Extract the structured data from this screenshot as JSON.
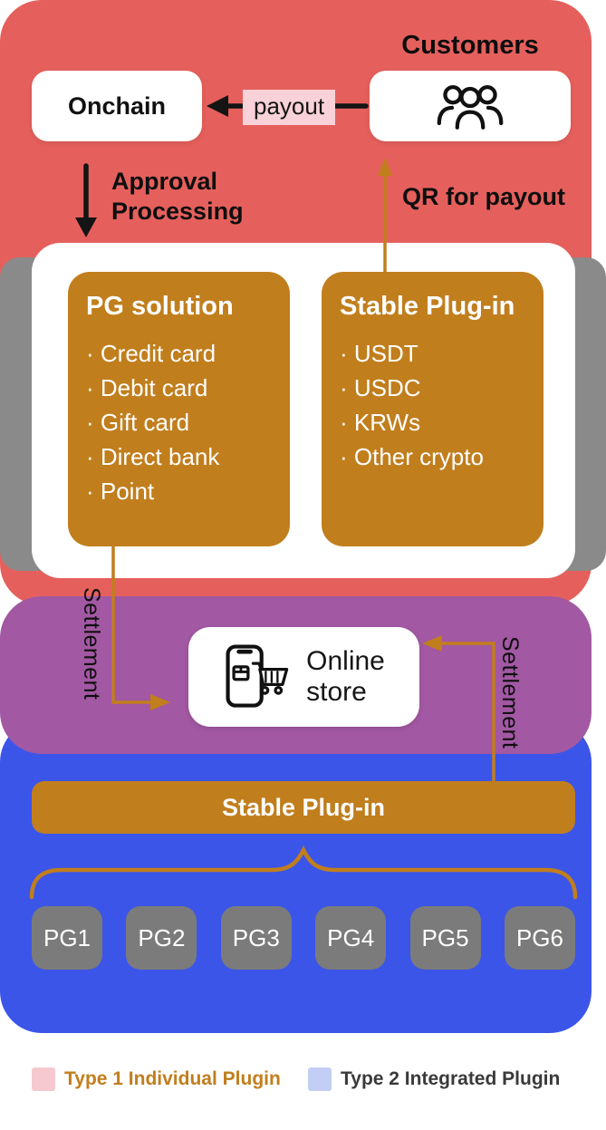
{
  "top": {
    "customers_label": "Customers",
    "onchain": "Onchain",
    "payout": "payout",
    "approval_line1": "Approval",
    "approval_line2": "Processing",
    "qr": "QR for payout"
  },
  "solutions": {
    "pg": {
      "title": "PG solution",
      "items": [
        "· Credit card",
        "· Debit card",
        "· Gift card",
        "· Direct bank",
        "· Point"
      ]
    },
    "stable": {
      "title": "Stable Plug-in",
      "items": [
        "· USDT",
        "· USDC",
        "· KRWs",
        "· Other crypto"
      ]
    }
  },
  "settlement_left": "Settlement",
  "settlement_right": "Settlement",
  "store": {
    "line1": "Online",
    "line2": "store"
  },
  "stable_bar": "Stable Plug-in",
  "pg_nodes": [
    "PG1",
    "PG2",
    "PG3",
    "PG4",
    "PG5",
    "PG6"
  ],
  "legend": {
    "type1": "Type 1 Individual Plugin",
    "type2": "Type 2 Integrated Plugin"
  },
  "colors": {
    "customer_zone": "#E5605C",
    "store_zone": "#A258A3",
    "pg_zone": "#3B55E9",
    "plugin_orange": "#C17E1D",
    "pg_node_gray": "#7B7B7B",
    "shadow_band_gray": "#8A8A8A",
    "payout_highlight": "#F8D2D8",
    "legend_type1_swatch": "#F6C9D0",
    "legend_type2_swatch": "#C3CEF5"
  }
}
